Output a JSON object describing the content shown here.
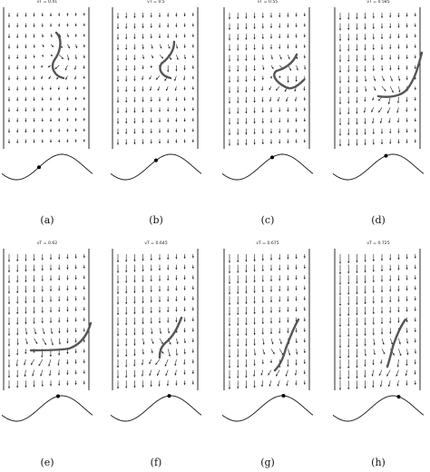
{
  "figure": {
    "panels": [
      {
        "id": "a",
        "caption": "(a)",
        "time_label": "νT = 0.41",
        "phase": 0.41
      },
      {
        "id": "b",
        "caption": "(b)",
        "time_label": "νT = 0.5",
        "phase": 0.5
      },
      {
        "id": "c",
        "caption": "(c)",
        "time_label": "νT = 0.55",
        "phase": 0.55
      },
      {
        "id": "d",
        "caption": "(d)",
        "time_label": "νT = 0.585",
        "phase": 0.585
      },
      {
        "id": "e",
        "caption": "(e)",
        "time_label": "νT = 0.62",
        "phase": 0.62
      },
      {
        "id": "f",
        "caption": "(f)",
        "time_label": "νT = 0.645",
        "phase": 0.645
      },
      {
        "id": "g",
        "caption": "(g)",
        "time_label": "νT = 0.675",
        "phase": 0.675
      },
      {
        "id": "h",
        "caption": "(h)",
        "time_label": "νT = 0.725",
        "phase": 0.725
      }
    ]
  }
}
